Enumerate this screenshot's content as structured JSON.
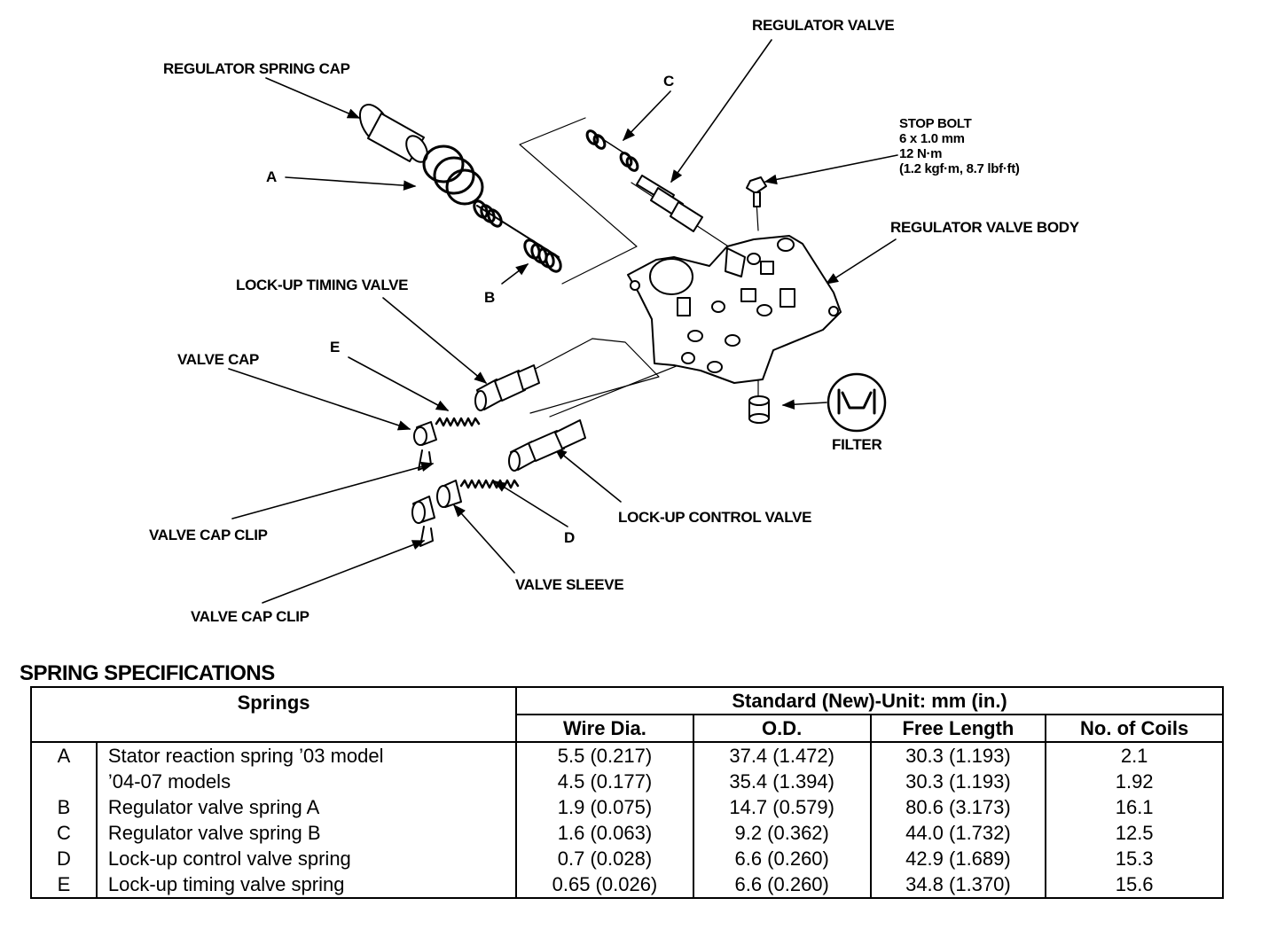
{
  "labels": {
    "regulator_valve": "REGULATOR VALVE",
    "regulator_spring_cap": "REGULATOR SPRING CAP",
    "c": "C",
    "stop_bolt_1": "STOP BOLT",
    "stop_bolt_2": "6 x 1.0 mm",
    "stop_bolt_3": "12 N·m",
    "stop_bolt_4": "(1.2 kgf·m, 8.7 lbf·ft)",
    "a": "A",
    "regulator_valve_body": "REGULATOR VALVE BODY",
    "b": "B",
    "lockup_timing_valve": "LOCK-UP TIMING VALVE",
    "e": "E",
    "valve_cap": "VALVE CAP",
    "filter": "FILTER",
    "valve_cap_clip_1": "VALVE CAP CLIP",
    "lockup_control_valve": "LOCK-UP CONTROL VALVE",
    "d": "D",
    "valve_sleeve": "VALVE SLEEVE",
    "valve_cap_clip_2": "VALVE CAP CLIP"
  },
  "spec": {
    "title": "SPRING SPECIFICATIONS",
    "header_springs": "Springs",
    "header_standard": "Standard (New)-Unit: mm (in.)",
    "columns": [
      "Wire Dia.",
      "O.D.",
      "Free Length",
      "No. of Coils"
    ],
    "rows": [
      {
        "key": "A",
        "name": "Stator reaction spring ’03 model",
        "wire": "5.5 (0.217)",
        "od": "37.4 (1.472)",
        "length": "30.3 (1.193)",
        "coils": "2.1"
      },
      {
        "key": "",
        "name": "’04-07 models",
        "wire": "4.5 (0.177)",
        "od": "35.4 (1.394)",
        "length": "30.3 (1.193)",
        "coils": "1.92"
      },
      {
        "key": "B",
        "name": "Regulator valve spring A",
        "wire": "1.9 (0.075)",
        "od": "14.7 (0.579)",
        "length": "80.6 (3.173)",
        "coils": "16.1"
      },
      {
        "key": "C",
        "name": "Regulator valve spring B",
        "wire": "1.6 (0.063)",
        "od": "9.2 (0.362)",
        "length": "44.0 (1.732)",
        "coils": "12.5"
      },
      {
        "key": "D",
        "name": "Lock-up control valve spring",
        "wire": "0.7 (0.028)",
        "od": "6.6 (0.260)",
        "length": "42.9 (1.689)",
        "coils": "15.3"
      },
      {
        "key": "E",
        "name": "Lock-up timing valve spring",
        "wire": "0.65 (0.026)",
        "od": "6.6 (0.260)",
        "length": "34.8 (1.370)",
        "coils": "15.6"
      }
    ]
  }
}
